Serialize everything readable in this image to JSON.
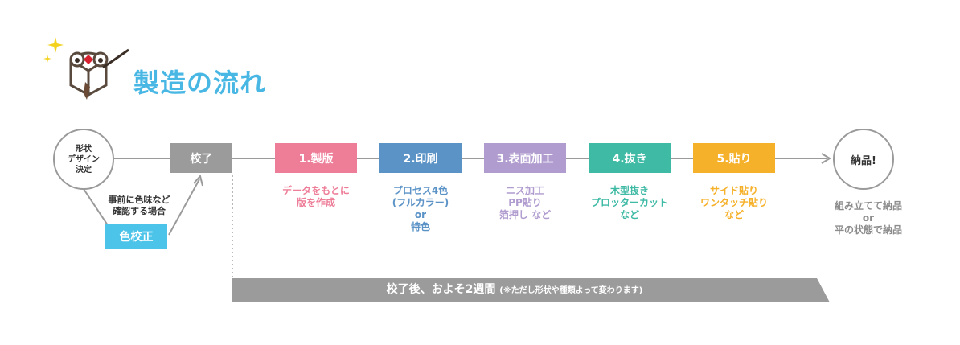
{
  "title": "製造の流れ",
  "colors": {
    "title": "#48b7e4",
    "line": "#9a9a9a",
    "gray_box": "#9b9b9b",
    "seihan": "#ee7d98",
    "insatsu": "#5b93c7",
    "hyomen": "#b09ccf",
    "nuki": "#3fbaa5",
    "hari": "#f6b12b",
    "irokousei": "#4cc3e8"
  },
  "start": {
    "label": "形状\nデザイン\n決定"
  },
  "proof": {
    "label": "校了"
  },
  "color_proof": {
    "note": "事前に色味など\n確認する場合",
    "label": "色校正"
  },
  "steps": [
    {
      "label": "1.製版",
      "desc": "データをもとに\n版を作成"
    },
    {
      "label": "2.印刷",
      "desc": "プロセス4色\n(フルカラー)\nor\n特色"
    },
    {
      "label": "3.表面加工",
      "desc": "ニス加工\nPP貼り\n箔押し など"
    },
    {
      "label": "4.抜き",
      "desc": "木型抜き\nプロッターカット\nなど"
    },
    {
      "label": "5.貼り",
      "desc": "サイド貼り\nワンタッチ貼り\nなど"
    }
  ],
  "end": {
    "label": "納品!",
    "desc": "組み立てて納品\nor\n平の状態で納品"
  },
  "timeline": {
    "main": "校了後、およそ2週間",
    "sub": "(※ただし形状や種類よって変わります)"
  },
  "icons": [
    "sparkle-icon",
    "mascot-icon"
  ]
}
